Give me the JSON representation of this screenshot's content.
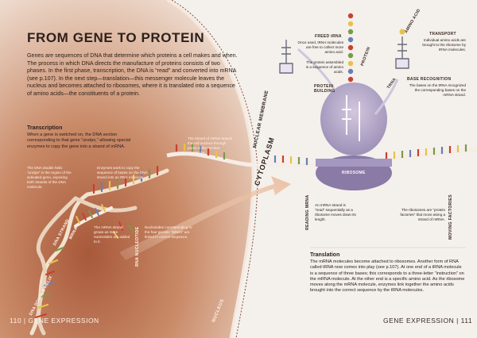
{
  "page": {
    "title": "FROM GENE TO PROTEIN",
    "intro": "Genes are sequences of DNA that determine which proteins a cell makes and when. The process in which DNA directs the manufacture of proteins consists of two phases. In the first phase, transcription, the DNA is “read” and converted into mRNA (see p.107). In the next step—translation—this messenger molecule leaves the nucleus and becomes attached to ribosomes, where it is translated into a sequence of amino acids—the constituents of a protein."
  },
  "transcription": {
    "heading": "Transcription",
    "body": "When a gene is switched on, the DNA section corresponding to that gene “unzips,” allowing special enzymes to copy the gene into a strand of mRNA.",
    "note_dna_double": "The DNA double helix “unzips” in the region of the activated gene, exposing both strands of the DNA molecule.",
    "note_enzymes": "Enzymes work to copy the sequence of bases on the DNA strand into an RNA molecule",
    "note_mrna_grows": "The mRNA strand grows as more nucleotides are added to it.",
    "note_nucleotides": "Nucleotides corresponding to the four genetic “letters” are linked in correct sequence.",
    "note_mrna_leaves": "The strand of mRNA leaves the cell nucleus through pores in the nuclear membrane.",
    "label_dna_strand": "DNA STRAND",
    "label_mrna": "MRNA",
    "label_rna_nucleotide": "RNA NUCLEOTIDE",
    "label_dna_double_helix": "DNA DOUBLE HELIX"
  },
  "labels": {
    "nuclear_membrane": "NUCLEAR MEMBRANE",
    "cytoplasm": "CYTOPLASM",
    "nucleus": "NUCLEUS",
    "ribosome": "RIBOSOME",
    "reading_mrna": "READING MRNA",
    "moving_factories": "MOVING FACTORIES",
    "protein": "PROTEIN",
    "amino_acid": "AMINO ACID",
    "trna": "TRNA"
  },
  "ribosome_notes": {
    "freed_trna_title": "FREED tRNA",
    "freed_trna": "Once used, tRNA molecules are free to collect more amino acid.",
    "protein_assembled": "The protein assembled is a sequence of amino acids.",
    "protein_building": "PROTEIN BUILDING",
    "transport_title": "TRANSPORT",
    "transport": "Individual amino acids are brought to the ribosome by tRNA molecules.",
    "base_recognition_title": "BASE RECOGNITION",
    "base_recognition": "The bases on the tRNA recognized the corresponding bases on the mRNA strand.",
    "mrna_read": "An mRNA strand is “read” sequentially as a ribosome moves down its length.",
    "factories": "The ribosomes are “protein factories” that move along a strand of mRNA."
  },
  "translation": {
    "heading": "Translation",
    "body": "The mRNA molecules become attached to ribosomes. Another form of RNA called tRNA now comes into play (see p.107). At one end of a tRNA molecule is a sequence of three bases; this corresponds to a three-letter “instruction” on the mRNA molecule. At the other end is a specific amino acid. As the ribosome moves along the mRNA molecule, enzymes link together the amino acids brought into the correct sequence by the tRNA molecules."
  },
  "folio": {
    "left": "110 | GENE EXPRESSION",
    "right": "GENE EXPRESSION | 111"
  },
  "colors": {
    "nucleus_fill": "#c98a68",
    "page_bg": "#f4f0ec",
    "ribosome": "#9a8ab8",
    "base_red": "#c8412e",
    "base_yellow": "#e6c24a",
    "base_green": "#7a9a4a",
    "base_blue": "#6a7fb0"
  }
}
